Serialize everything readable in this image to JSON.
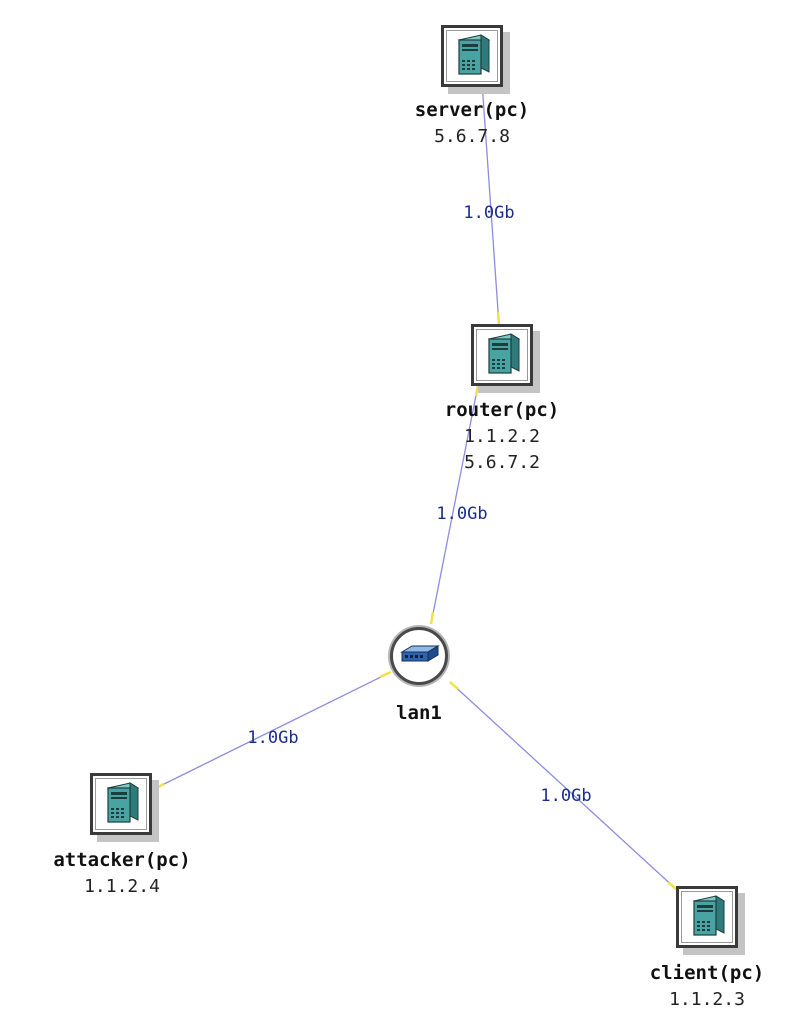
{
  "nodes": {
    "server": {
      "name": "server(pc)",
      "addresses": [
        "5.6.7.8"
      ]
    },
    "router": {
      "name": "router(pc)",
      "addresses": [
        "1.1.2.2",
        "5.6.7.2"
      ]
    },
    "lan": {
      "name": "lan1"
    },
    "attacker": {
      "name": "attacker(pc)",
      "addresses": [
        "1.1.2.4"
      ]
    },
    "client": {
      "name": "client(pc)",
      "addresses": [
        "1.1.2.3"
      ]
    }
  },
  "links": {
    "server_router": {
      "bandwidth": "1.0Gb"
    },
    "router_lan": {
      "bandwidth": "1.0Gb"
    },
    "lan_attacker": {
      "bandwidth": "1.0Gb"
    },
    "lan_client": {
      "bandwidth": "1.0Gb"
    }
  },
  "colors": {
    "link_line": "#8c8ce0",
    "link_endpoint": "#f2e24a",
    "link_label": "#1a2d8a",
    "pc_body": "#4aa3a3"
  },
  "icons": {
    "pc": "server-tower-icon",
    "lan": "network-switch-icon"
  }
}
